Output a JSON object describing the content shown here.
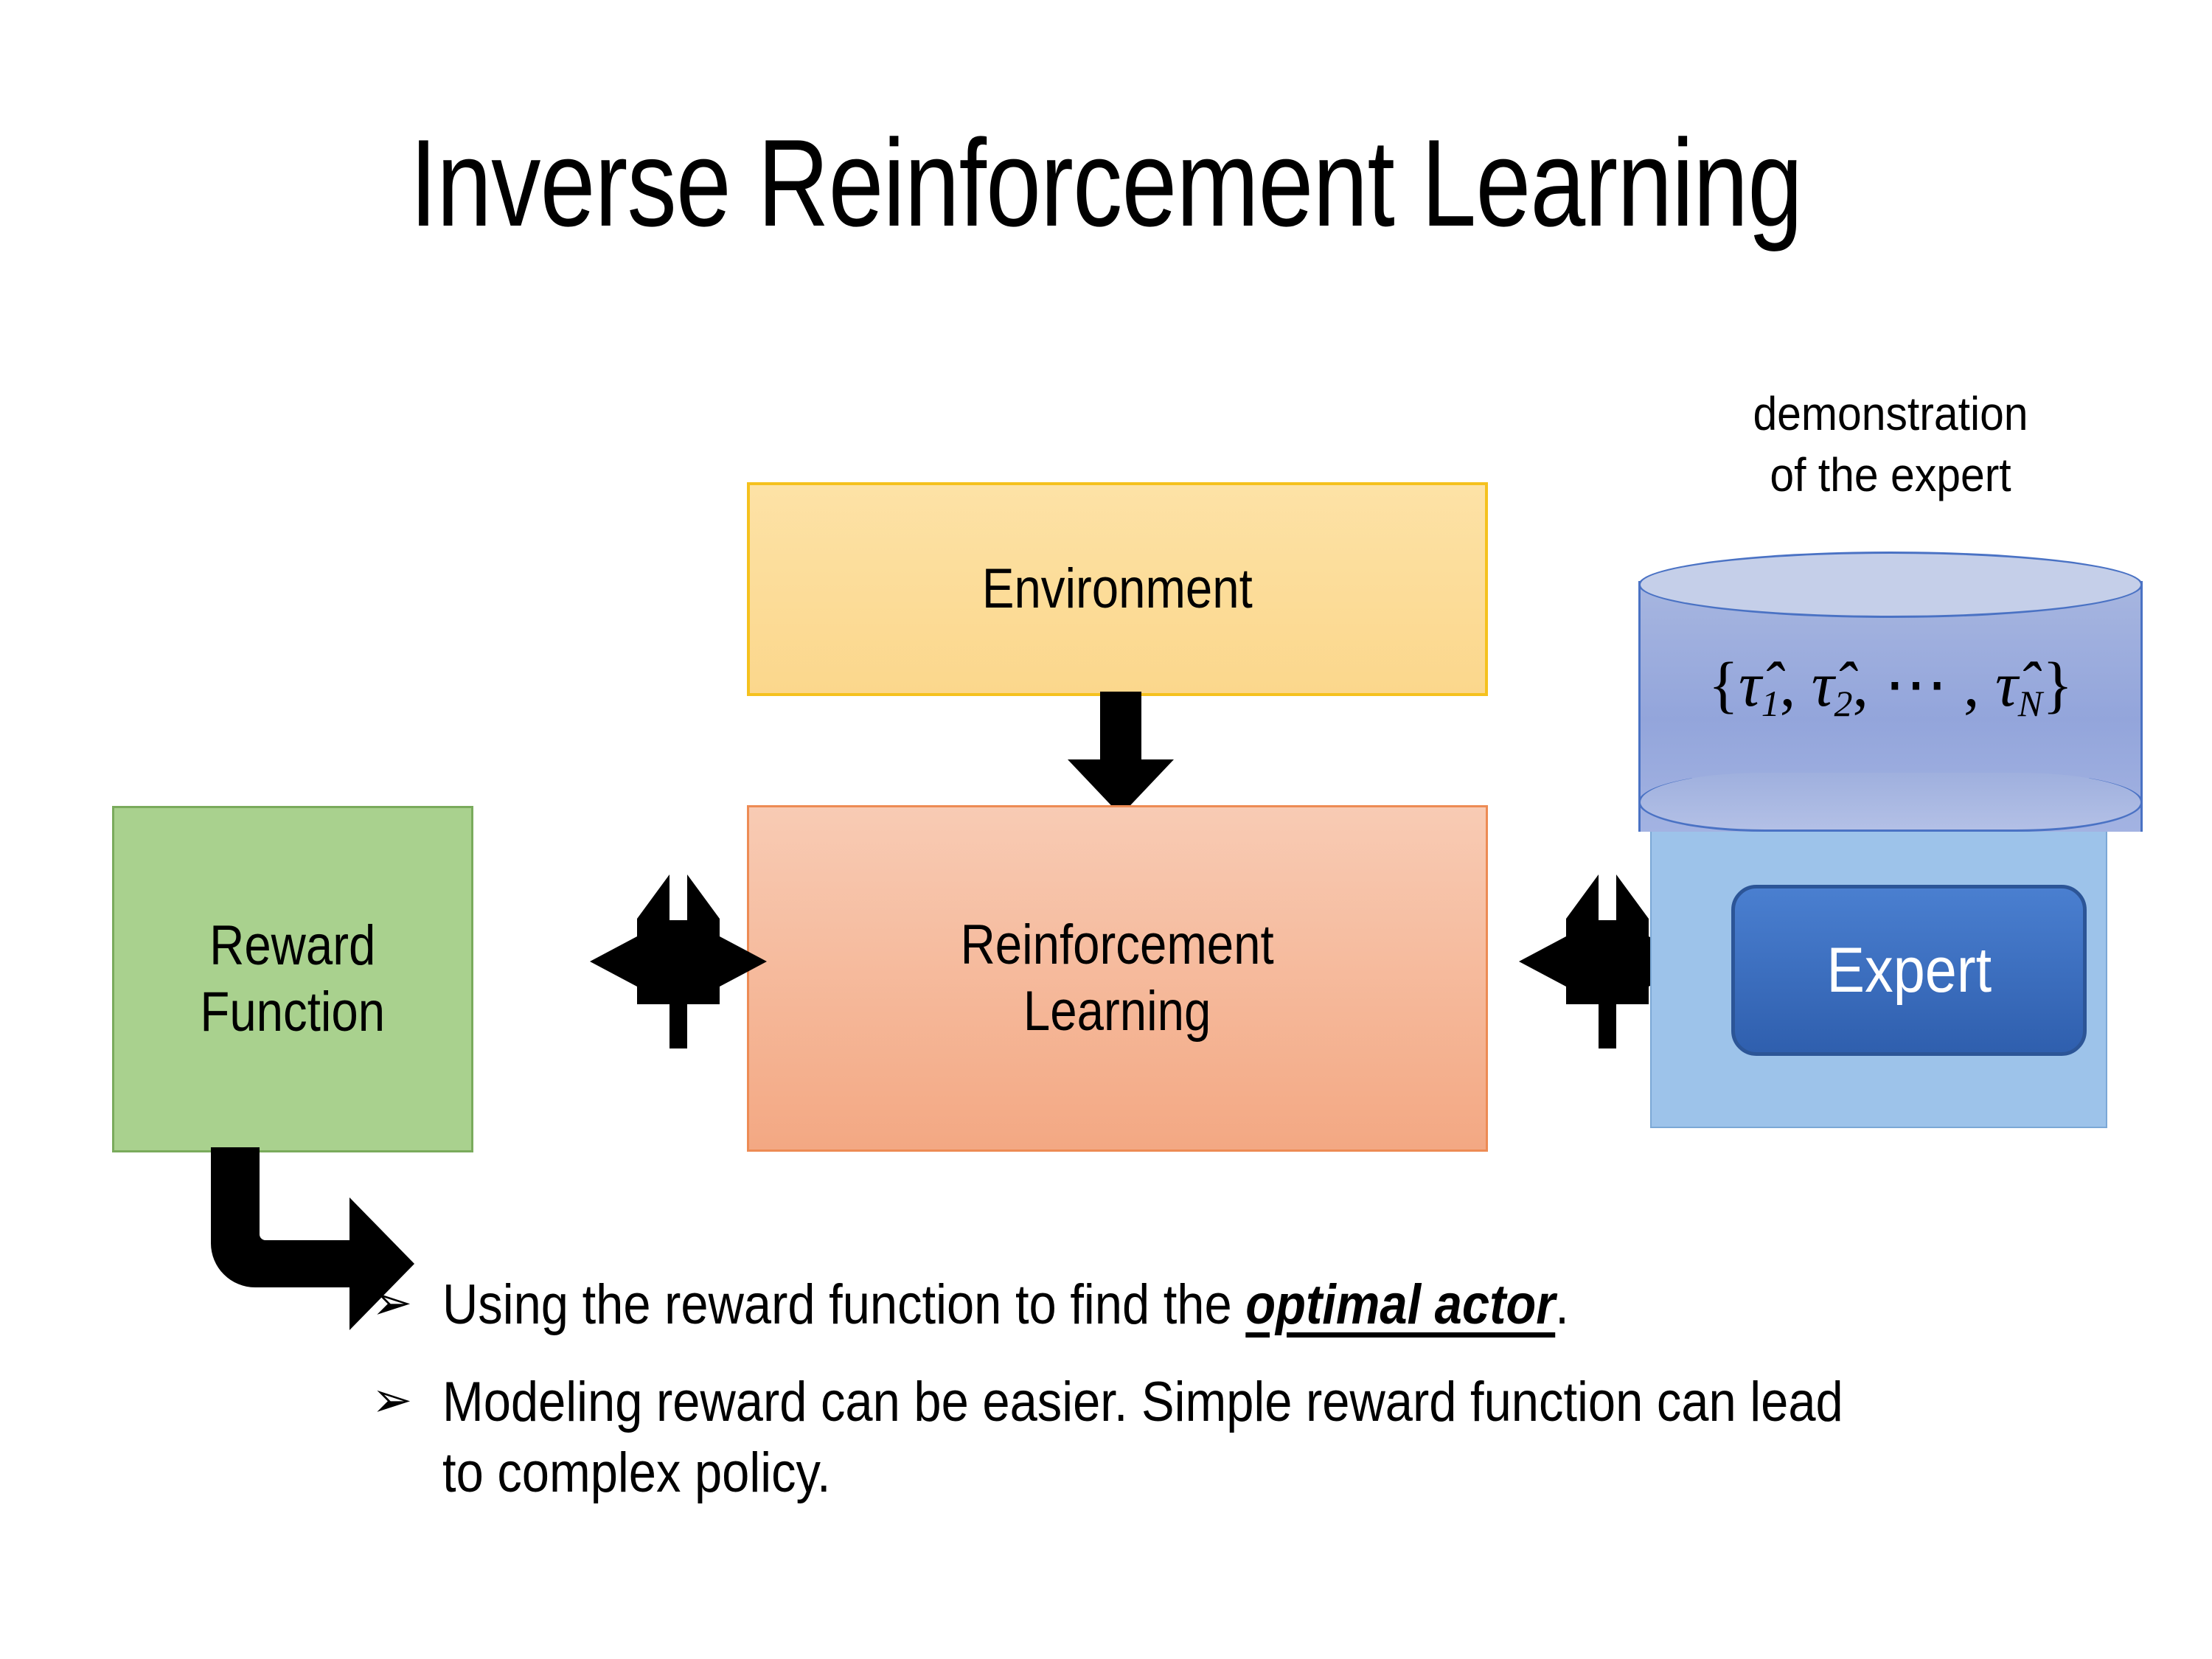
{
  "slide": {
    "title": "Inverse Reinforcement Learning",
    "background_color": "#ffffff"
  },
  "diagram": {
    "environment_box": {
      "label": "Environment",
      "fill_color": "#fbd78c",
      "border_color": "#f5c11e"
    },
    "rl_box": {
      "label_line1": "Reinforcement",
      "label_line2": "Learning",
      "fill_color": "#f3a883",
      "border_color": "#ed8b54"
    },
    "reward_box": {
      "label_line1": "Reward",
      "label_line2": "Function",
      "fill_color": "#a9d18e",
      "border_color": "#7aab5c"
    },
    "expert_panel": {
      "fill_color": "#9dc3ea",
      "border_color": "#7ba8d6"
    },
    "expert_chip": {
      "label": "Expert",
      "fill_color": "#2f5fae",
      "border_color": "#2c5597",
      "text_color": "#ffffff"
    },
    "database_cylinder": {
      "caption_line1": "demonstration",
      "caption_line2": "of the expert",
      "formula_open": "{",
      "formula_tau1": "τ̂",
      "formula_sub1": "1",
      "formula_sep1": ", ",
      "formula_tau2": "τ̂",
      "formula_sub2": "2",
      "formula_sep2": ", ⋯ , ",
      "formula_tauN": "τ̂",
      "formula_subN": "N",
      "formula_close": "}",
      "fill_color": "#93a5db",
      "top_color": "#c5cfe9",
      "border_color": "#4a72c4"
    },
    "arrows": {
      "env_to_rl": "down-arrow",
      "reward_rl_link": "quad-arrow",
      "rl_expert_link": "quad-arrow",
      "reward_to_bullet": "bent-arrow",
      "color": "#000000"
    }
  },
  "bullets": [
    {
      "marker": "➢",
      "text_before": "Using the reward function to find the ",
      "emphasis": "optimal actor",
      "text_after": "."
    },
    {
      "marker": "➢",
      "text_before": "Modeling reward can be easier. Simple reward function can lead to complex policy.",
      "emphasis": "",
      "text_after": ""
    }
  ]
}
